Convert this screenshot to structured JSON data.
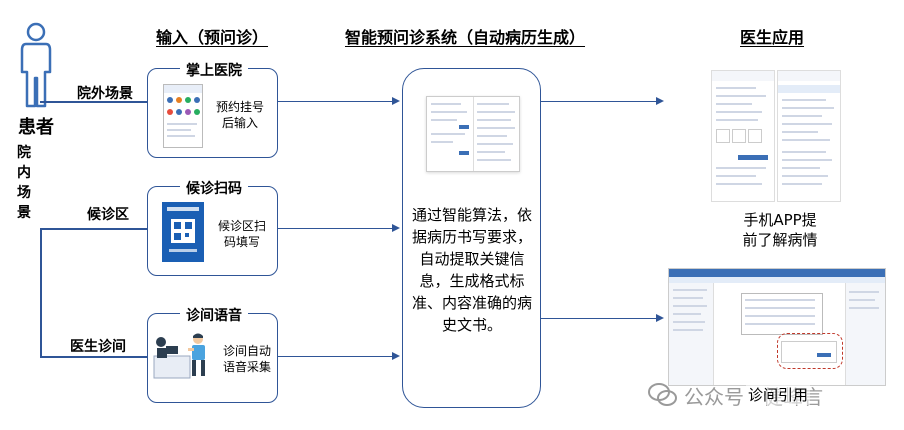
{
  "headers": {
    "input": "输入（预问诊）",
    "system": "智能预问诊系统（自动病历生成）",
    "doctor": "医生应用"
  },
  "patient": {
    "label": "患者",
    "inhospital": "院内场景",
    "outside": "院外场景",
    "waiting": "候诊区",
    "consult": "医生诊间"
  },
  "cards": {
    "mobile": {
      "title": "掌上医院",
      "desc_l1": "预约挂号",
      "desc_l2": "后输入"
    },
    "scan": {
      "title": "候诊扫码",
      "desc_l1": "候诊区扫",
      "desc_l2": "码填写"
    },
    "voice": {
      "title": "诊间语音",
      "desc_l1": "诊间自动",
      "desc_l2": "语音采集"
    }
  },
  "system": {
    "text": "通过智能算法，依据病历书写要求，自动提取关键信息，生成格式标准、内容准确的病史文书。"
  },
  "outputs": {
    "app_l1": "手机APP提",
    "app_l2": "前了解病情",
    "clinic": "诊间引用"
  },
  "watermark": {
    "text": "公众号 · 健峰言"
  },
  "colors": {
    "border": "#2f5597",
    "line": "#2f5597",
    "icon": "#3b6fb6",
    "blue_panel": "#1a5fb4"
  }
}
